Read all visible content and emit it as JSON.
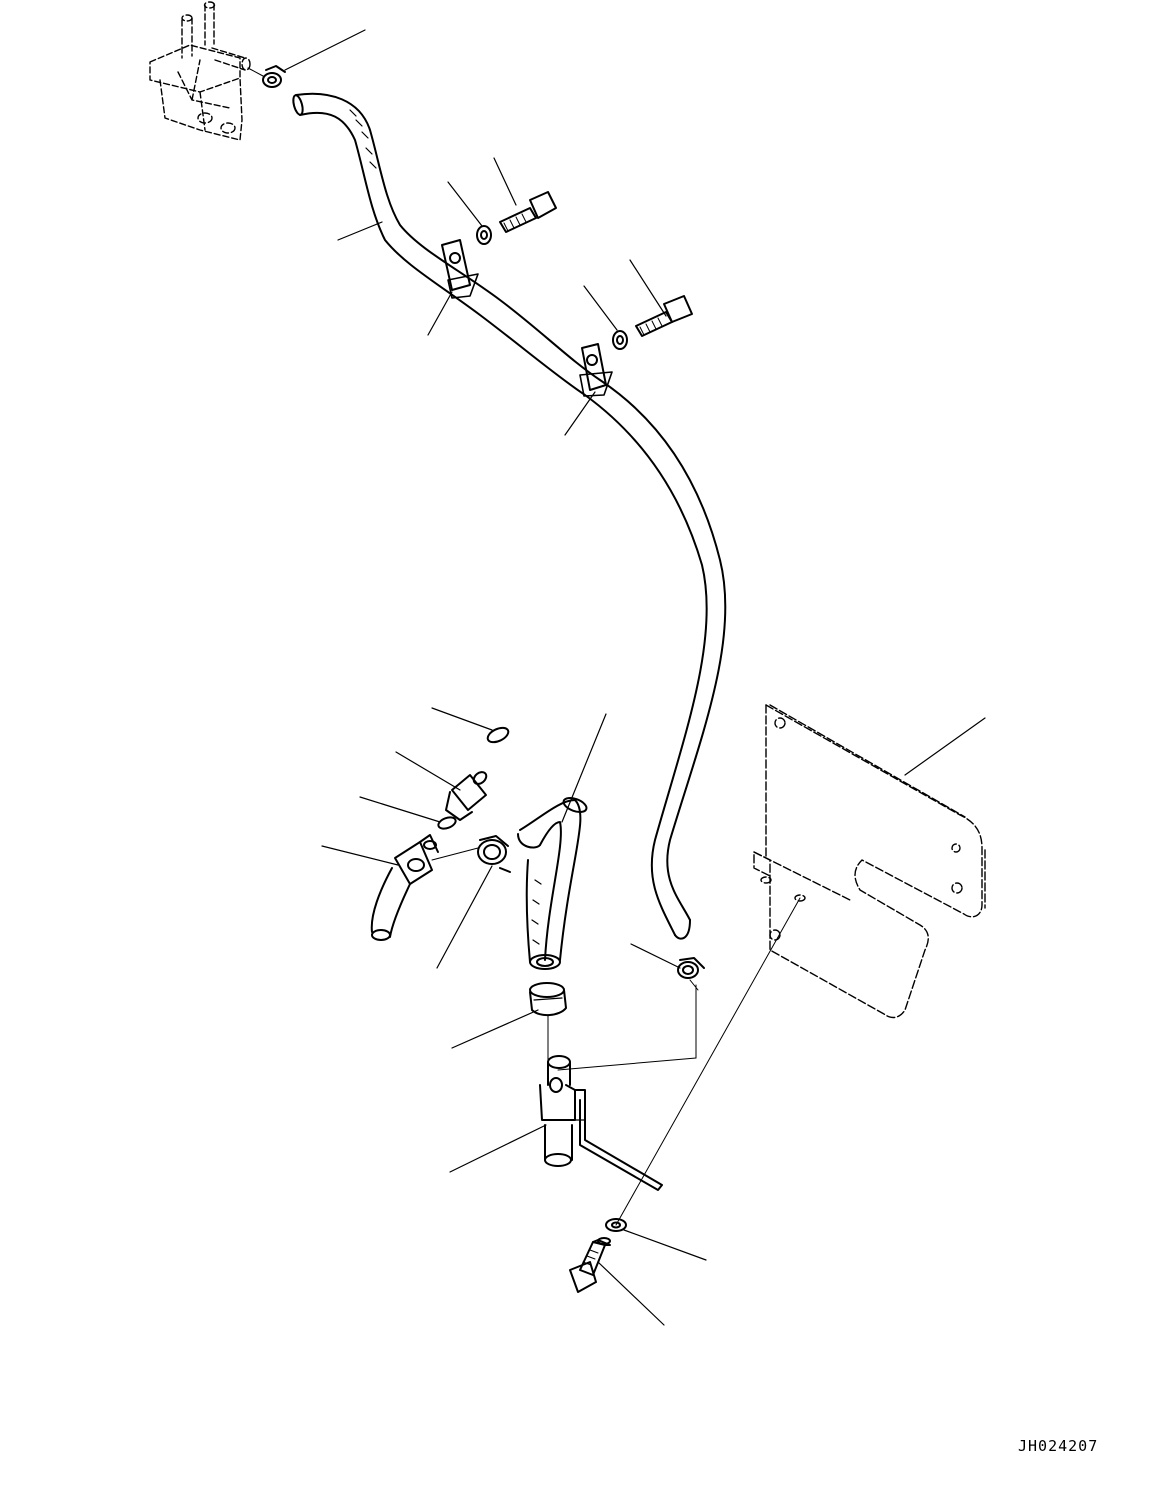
{
  "drawing": {
    "code": "JH024207",
    "line_color": "#000000",
    "background": "#ffffff"
  },
  "parts": [
    {
      "id": "hose-clamp-top",
      "icon": "hose-clamp-icon"
    },
    {
      "id": "main-hose",
      "icon": "hose-icon"
    },
    {
      "id": "washer-upper",
      "icon": "washer-icon"
    },
    {
      "id": "bolt-upper",
      "icon": "bolt-icon"
    },
    {
      "id": "p-clip-upper",
      "icon": "clip-icon"
    },
    {
      "id": "washer-middle",
      "icon": "washer-icon"
    },
    {
      "id": "bolt-middle",
      "icon": "bolt-icon"
    },
    {
      "id": "p-clip-middle",
      "icon": "clip-icon"
    },
    {
      "id": "cap",
      "icon": "cap-icon"
    },
    {
      "id": "adapter",
      "icon": "adapter-icon"
    },
    {
      "id": "o-ring",
      "icon": "o-ring-icon"
    },
    {
      "id": "elbow-valve",
      "icon": "elbow-icon"
    },
    {
      "id": "hose-clamp-left",
      "icon": "hose-clamp-icon"
    },
    {
      "id": "bent-hose",
      "icon": "hose-icon"
    },
    {
      "id": "hose-clamp-lower",
      "icon": "hose-clamp-icon"
    },
    {
      "id": "cock-valve",
      "icon": "valve-icon"
    },
    {
      "id": "bracket",
      "icon": "bracket-icon"
    },
    {
      "id": "lock-washer",
      "icon": "washer-icon"
    },
    {
      "id": "bolt-lower",
      "icon": "bolt-icon"
    }
  ]
}
